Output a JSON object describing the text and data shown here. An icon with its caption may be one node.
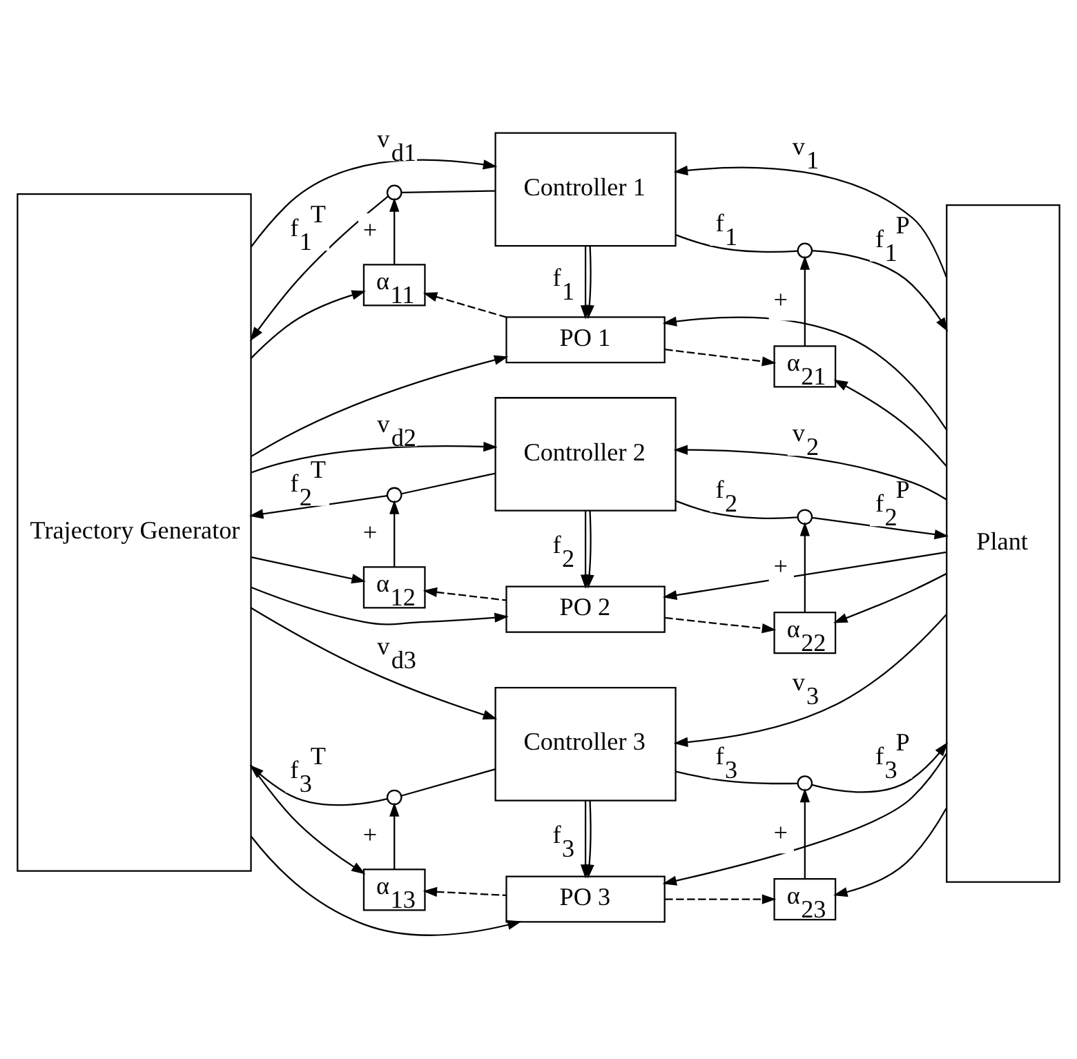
{
  "diagram": {
    "nodes": [
      {
        "text": [
          "Trajectory Generator"
        ]
      },
      {
        "text": [
          "Plant"
        ]
      },
      {
        "text": [
          "Controller 1"
        ]
      },
      {
        "text": [
          "PO 1"
        ]
      },
      {
        "text": [
          "α$_{11}$"
        ]
      },
      {
        "text": [
          "α$_{21}$"
        ]
      },
      {
        "text": [],
        "shape": "circle"
      },
      {
        "text": [],
        "shape": "circle"
      },
      {
        "text": [
          "Controller 2"
        ]
      },
      {
        "text": [
          "PO 2"
        ]
      },
      {
        "text": [
          "α$_{12}$"
        ]
      },
      {
        "text": [
          "α$_{22}$"
        ]
      },
      {
        "text": [],
        "shape": "circle"
      },
      {
        "text": [],
        "shape": "circle"
      },
      {
        "text": [
          "Controller 3"
        ]
      },
      {
        "text": [
          "PO 3"
        ]
      },
      {
        "text": [
          "α$_{13}$"
        ]
      },
      {
        "text": [
          "α$_{23}$"
        ]
      },
      {
        "text": [],
        "shape": "circle"
      },
      {
        "text": [],
        "shape": "circle"
      }
    ],
    "edges": [
      {
        "from": 0,
        "to": 2,
        "arrow": "to",
        "label": "v$_{d1}$"
      },
      {
        "from": 0,
        "to": 4,
        "arrow": "to"
      },
      {
        "from": 0,
        "to": 3,
        "arrow": "to"
      },
      {
        "from": 4,
        "to": 6,
        "arrow": "to",
        "label": "+"
      },
      {
        "from": 2,
        "to": 6,
        "arrow": "none"
      },
      {
        "from": 6,
        "to": 0,
        "arrow": "to",
        "label": "f$_{1}$$^{T}$"
      },
      {
        "from": 2,
        "to": 3,
        "arrow": "to",
        "label": "f$_{1}$"
      },
      {
        "from": 2,
        "to": 7,
        "arrow": "none",
        "label": "f$_{1}$"
      },
      {
        "from": 7,
        "to": 1,
        "arrow": "to",
        "label": "f$_{1}$$^{P}$"
      },
      {
        "from": 2,
        "to": 3,
        "arrow": "to"
      },
      {
        "from": 5,
        "to": 7,
        "arrow": "to",
        "label": "+"
      },
      {
        "from": 1,
        "to": 2,
        "arrow": "to",
        "label": "v$_{1}$"
      },
      {
        "from": 1,
        "to": 5,
        "arrow": "to"
      },
      {
        "from": 1,
        "to": 3,
        "arrow": "to"
      },
      {
        "from": 3,
        "to": 4,
        "arrow": "to",
        "style": "dashed"
      },
      {
        "from": 3,
        "to": 5,
        "arrow": "to",
        "style": "dashed"
      },
      {
        "from": 0,
        "to": 8,
        "arrow": "to",
        "label": "v$_{d2}$"
      },
      {
        "from": 0,
        "to": 10,
        "arrow": "to"
      },
      {
        "from": 0,
        "to": 9,
        "arrow": "to"
      },
      {
        "from": 10,
        "to": 12,
        "arrow": "to",
        "label": "+"
      },
      {
        "from": 8,
        "to": 12,
        "arrow": "none"
      },
      {
        "from": 12,
        "to": 0,
        "arrow": "to",
        "label": "f$_{2}$$^{T}$"
      },
      {
        "from": 8,
        "to": 9,
        "arrow": "to",
        "label": "f$_{2}$"
      },
      {
        "from": 8,
        "to": 13,
        "arrow": "none",
        "label": "f$_{2}$"
      },
      {
        "from": 13,
        "to": 1,
        "arrow": "to",
        "label": "f$_{2}$$^{P}$"
      },
      {
        "from": 8,
        "to": 9,
        "arrow": "to"
      },
      {
        "from": 11,
        "to": 13,
        "arrow": "to",
        "label": "+"
      },
      {
        "from": 1,
        "to": 8,
        "arrow": "to",
        "label": "v$_{2}$"
      },
      {
        "from": 1,
        "to": 11,
        "arrow": "to"
      },
      {
        "from": 1,
        "to": 9,
        "arrow": "to"
      },
      {
        "from": 9,
        "to": 10,
        "arrow": "to",
        "style": "dashed"
      },
      {
        "from": 9,
        "to": 11,
        "arrow": "to",
        "style": "dashed"
      },
      {
        "from": 0,
        "to": 14,
        "arrow": "to",
        "label": "v$_{d3}$"
      },
      {
        "from": 0,
        "to": 16,
        "arrow": "to"
      },
      {
        "from": 0,
        "to": 15,
        "arrow": "to"
      },
      {
        "from": 16,
        "to": 18,
        "arrow": "to",
        "label": "+"
      },
      {
        "from": 14,
        "to": 18,
        "arrow": "none"
      },
      {
        "from": 18,
        "to": 0,
        "arrow": "to",
        "label": "f$_{3}$$^{T}$"
      },
      {
        "from": 14,
        "to": 15,
        "arrow": "to",
        "label": "f$_{3}$"
      },
      {
        "from": 14,
        "to": 19,
        "arrow": "none",
        "label": "f$_{3}$"
      },
      {
        "from": 19,
        "to": 1,
        "arrow": "to",
        "label": "f$_{3}$$^{P}$"
      },
      {
        "from": 14,
        "to": 15,
        "arrow": "to"
      },
      {
        "from": 17,
        "to": 19,
        "arrow": "to",
        "label": "+"
      },
      {
        "from": 1,
        "to": 14,
        "arrow": "to",
        "label": "v$_{3}$"
      },
      {
        "from": 1,
        "to": 17,
        "arrow": "to"
      },
      {
        "from": 1,
        "to": 15,
        "arrow": "to"
      },
      {
        "from": 15,
        "to": 16,
        "arrow": "to",
        "style": "dashed"
      },
      {
        "from": 15,
        "to": 17,
        "arrow": "to",
        "style": "dashed"
      }
    ]
  }
}
